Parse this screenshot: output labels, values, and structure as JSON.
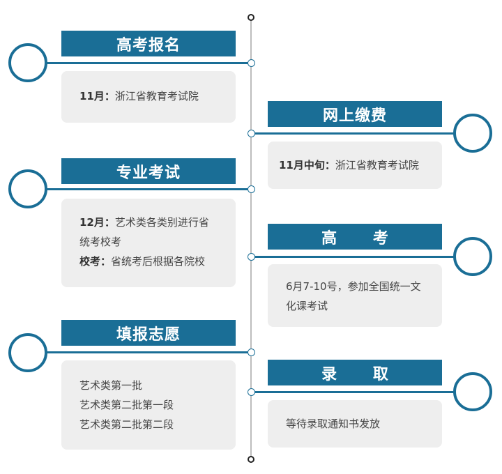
{
  "steps": [
    {
      "title": "高考报名",
      "lines": [
        {
          "bold": "11月：",
          "text": "浙江省教育考试院"
        }
      ]
    },
    {
      "title": "网上缴费",
      "lines": [
        {
          "bold": "11月中旬：",
          "text": "浙江省教育考试院"
        }
      ]
    },
    {
      "title": "专业考试",
      "lines": [
        {
          "bold": "12月：",
          "text": "艺术类各类别进行省"
        },
        {
          "bold": "",
          "text": "统考校考"
        },
        {
          "bold": "校考：",
          "text": "省统考后根据各院校"
        }
      ]
    },
    {
      "title": "高 考",
      "lines": [
        {
          "bold": "",
          "text": "6月7-10号，参加全国统一文"
        },
        {
          "bold": "",
          "text": "化课考试"
        }
      ]
    },
    {
      "title": "填报志愿",
      "lines": [
        {
          "bold": "",
          "text": "艺术类第一批"
        },
        {
          "bold": "",
          "text": "艺术类第二批第一段"
        },
        {
          "bold": "",
          "text": "艺术类第二批第二段"
        }
      ]
    },
    {
      "title": "录 取",
      "lines": [
        {
          "bold": "",
          "text": "等待录取通知书发放"
        }
      ]
    }
  ],
  "colors": {
    "accent": "#1a6e96",
    "panel": "#eeeeee",
    "axis": "#bdbdbd"
  }
}
